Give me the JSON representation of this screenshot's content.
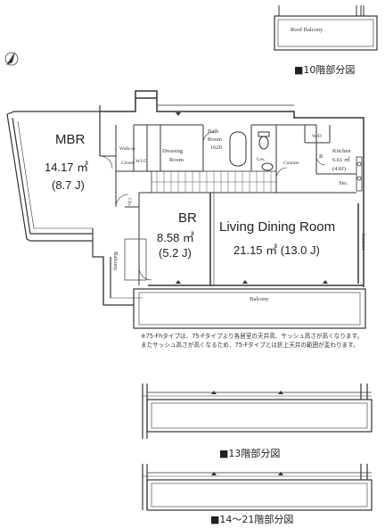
{
  "plan": {
    "roof_balcony": "Roof Balcony",
    "floor10": "■10階部分図",
    "floor13": "■13階部分図",
    "floor14_21": "■14〜21階部分図",
    "mbr": {
      "name": "MBR",
      "area": "14.17 ㎡",
      "jo": "(8.7 J)"
    },
    "br": {
      "name": "BR",
      "area": "8.58 ㎡",
      "jo": "(5.2 J)"
    },
    "ldr": {
      "name": "Living Dining Room",
      "area": "21.15 ㎡ (13.0 J)"
    },
    "kitchen": {
      "name": "Kitchen",
      "area": "6.61 ㎡",
      "jo": "(4.0J)"
    },
    "bath": {
      "name": "Bath",
      "room": "Room",
      "size": "1620"
    },
    "walkin": {
      "l1": "Walk-in",
      "l2": "Closet"
    },
    "wic": "W.I.C",
    "dressing": {
      "l1": "Dressing",
      "l2": "Room"
    },
    "lav": "Lav.",
    "counter": "Counter",
    "sto": "Sto.",
    "clo": "Clo.",
    "balcony": "Balcony",
    "balcony_side": "Balcony",
    "louver": "Louver",
    "ref": "R",
    "wd": "W/D",
    "note": {
      "line1": "※75-Fhタイプは、75-Fタイプより各居室の天井高、サッシュ高さが高くなります。",
      "line2": "またサッシュ高さが高くなるため、75-Fタイプとは折上天井の範囲が変わります。"
    }
  }
}
